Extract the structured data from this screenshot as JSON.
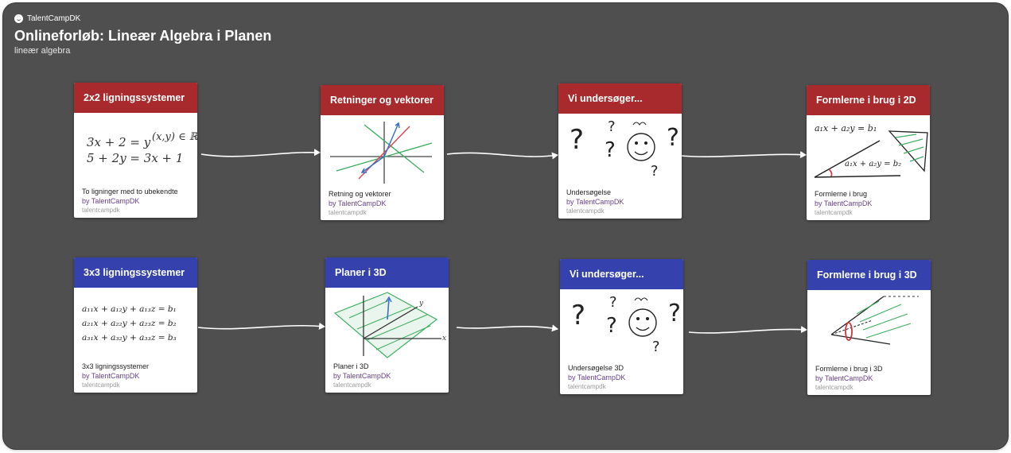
{
  "board": {
    "brand": "TalentCampDK",
    "title": "Onlineforløb: Lineær Algebra i Planen",
    "subtitle": "lineær algebra"
  },
  "rows": [
    {
      "color": "#a82a2c",
      "cards": [
        {
          "title": "2x2 ligningssystemer",
          "caption": "To ligninger med to ubekendte",
          "author": "by TalentCampDK",
          "channel": "talentcampdk",
          "sketch": "equations-2x2",
          "sketch_text": [
            "3x + 2 = y",
            "5 + 2y = 3x + 1",
            "(x,y) ∈ ℝ"
          ]
        },
        {
          "title": "Retninger og vektorer",
          "caption": "Retning og vektorer",
          "author": "by TalentCampDK",
          "channel": "talentcampdk",
          "sketch": "vectors-plane"
        },
        {
          "title": "Vi undersøger...",
          "caption": "Undersøgelse",
          "author": "by TalentCampDK",
          "channel": "talentcampdk",
          "sketch": "thinking-face",
          "sketch_text": [
            "?",
            "?",
            "?",
            "?",
            "?"
          ]
        },
        {
          "title": "Formlerne i brug i 2D",
          "caption": "Formlerne i brug",
          "author": "by TalentCampDK",
          "channel": "talentcampdk",
          "sketch": "formula-2d",
          "sketch_text": [
            "a₁x + a₂y = b₁",
            "a₁x + a₂y = b₂"
          ]
        }
      ]
    },
    {
      "color": "#3542ad",
      "cards": [
        {
          "title": "3x3 ligningssystemer",
          "caption": "3x3 ligningssystemer",
          "author": "by TalentCampDK",
          "channel": "talentcampdk",
          "sketch": "equations-3x3",
          "sketch_text": [
            "a₁₁x + a₁₂y + a₁₃z = b₁",
            "a₂₁x + a₂₂y + a₂₃z = b₂",
            "a₃₁x + a₃₂y + a₃₃z = b₃"
          ]
        },
        {
          "title": "Planer i 3D",
          "caption": "Planer i 3D",
          "author": "by TalentCampDK",
          "channel": "talentcampdk",
          "sketch": "plane-3d",
          "sketch_text": [
            "x",
            "y"
          ]
        },
        {
          "title": "Vi undersøger...",
          "caption": "Undersøgelse 3D",
          "author": "by TalentCampDK",
          "channel": "talentcampdk",
          "sketch": "thinking-face",
          "sketch_text": [
            "?",
            "?",
            "?",
            "?",
            "?"
          ]
        },
        {
          "title": "Formlerne i brug i 3D",
          "caption": "Formlerne i brug i 3D",
          "author": "by TalentCampDK",
          "channel": "talentcampdk",
          "sketch": "cone-3d"
        }
      ]
    }
  ]
}
